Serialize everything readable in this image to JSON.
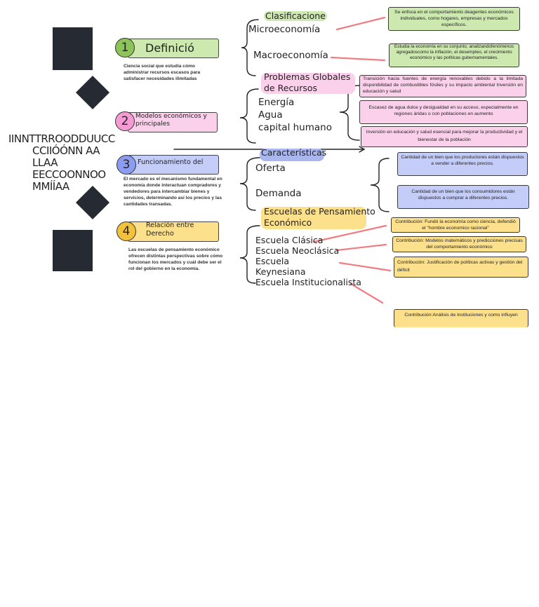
{
  "title_lines": [
    "IINNTTRROODDUUCC",
    "CCIIÓÓNN AA",
    "LLAA",
    "EECCOONNOO",
    "MMÍÍAA"
  ],
  "sections": [
    {
      "num": "1",
      "label": "Definició",
      "note": "Ciencia social que estudia cómo administrar recursos escasos para satisfacer necesidades ilimitadas"
    },
    {
      "num": "2",
      "label": "Modelos económicos y principales",
      "note": ""
    },
    {
      "num": "3",
      "label": "Funcionamiento del",
      "note": "El mercado es el mecanismo fundamental en economía donde interactuan compradores y vendedores para intercambiar bienes y servicios, determinando así los precios y las cantidades transadas."
    },
    {
      "num": "4",
      "label": "Relación entre Derecho",
      "note": "Las escuelas de pensamiento económico ofrecen distintas perspectivas sobre cómo funcionan los mercados y cuál debe ser el rol del gobierno en la economía."
    }
  ],
  "groups": {
    "clasificacion": {
      "header": "Clasificacione",
      "items": [
        "Microeconomía",
        "Macroeconomía"
      ],
      "cards": [
        "Se enfoca en el comportamiento deagentes económicos individuales, como hogares, empresas y mercados específicos.",
        "Estudia la economía en su conjunto, analizandofenómenos agregadoscomo la inflación, el desempleo, el crecimiento económico y las políticas gubernamentales."
      ]
    },
    "problemas": {
      "header": "Problemas Globales de Recursos",
      "items": [
        "Energía",
        "Agua",
        "capital humano"
      ],
      "cards": [
        "Transición hacia fuentes de energía renovables debido a la limitada disponibilidad de combustibles fósiles y su impacto ambiental Inversión en educación y salud",
        "Escasez de agua dulce y desigualdad en su acceso, especialmente en regiones áridas o con poblaciones en aumento",
        "Inversión en educación y salud esencial para mejorar la productividad y el bienestar de la población"
      ]
    },
    "caracteristicas": {
      "header": "Características",
      "items": [
        "Oferta",
        "Demanda"
      ],
      "cards": [
        "Cantidad de un bien que los productores están dispuestos a vender a diferentes precios.",
        "Cantidad de un bien que los consumidores están dispuestos a comprar a diferentes precios."
      ]
    },
    "escuelas": {
      "header": "Escuelas de Pensamiento Económico",
      "items": [
        "Escuela Clásica",
        "Escuela Neoclásica",
        "Escuela Keynesiana",
        "Escuela Institucionalista"
      ],
      "cards": [
        "Contribución: Fundó la economía como ciencia, defendió el \"hombre economico racional\"",
        "Contribución: Modelos matemáticos y predicciones precisas del comportamiento económico",
        "Contribución: Justificación de políticas activas y gestión del déficit",
        "Contribución:Análisis de instituciones y como influyen"
      ]
    }
  },
  "colors": {
    "green": "#cde9b0",
    "pink": "#fbd0ea",
    "blue": "#c4ccf8",
    "yellow": "#fde08c",
    "dark": "#262a33",
    "connector": "#f07c82"
  }
}
